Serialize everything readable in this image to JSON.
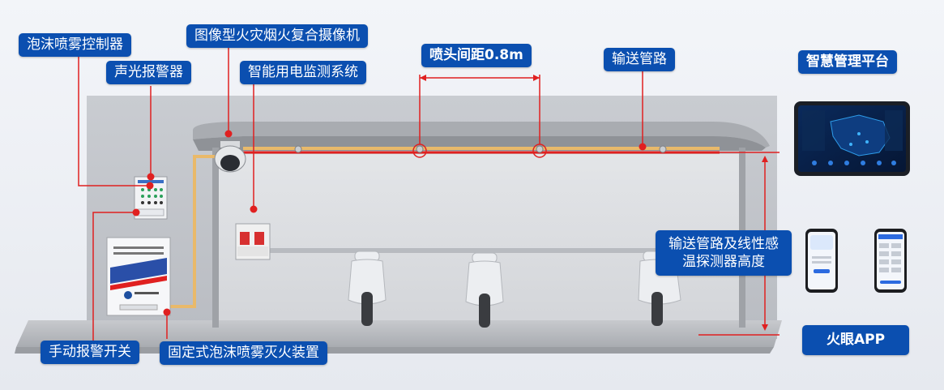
{
  "labels": {
    "foam_controller": "泡沫喷雾控制器",
    "audio_visual_alarm": "声光报警器",
    "camera": "图像型火灾烟火复合摄像机",
    "smart_power": "智能用电监测系统",
    "nozzle_spacing": "喷头间距0.8m",
    "pipeline": "输送管路",
    "platform": "智慧管理平台",
    "detector_height": "输送管路及线性感温探测器高度",
    "manual_alarm": "手动报警开关",
    "fixed_device": "固定式泡沫喷雾灭火装置",
    "app": "火眼APP"
  },
  "colors": {
    "label_bg": "#0b4fb0",
    "callout_red": "#e02020",
    "pipe_yellow": "#e9b96a"
  },
  "icons": [
    "dome-camera-icon",
    "scooter-icon",
    "tablet-map-icon",
    "phone-app-icon"
  ]
}
